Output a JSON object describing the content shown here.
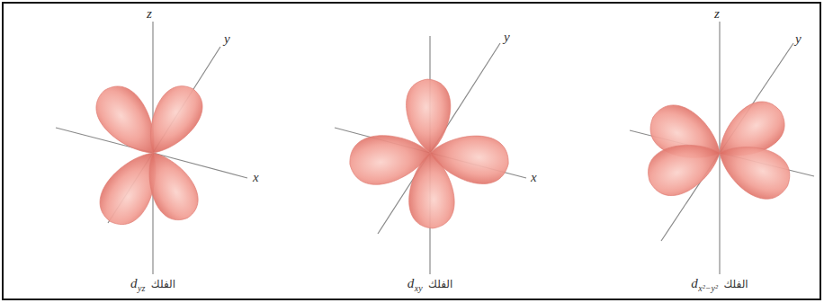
{
  "diagram": {
    "labels": [
      "z",
      "y",
      "x",
      "الفلك",
      "d",
      "yz",
      "y",
      "x",
      "الفلك",
      "d",
      "xy",
      "z",
      "y",
      "الفلك",
      "d",
      "x²−y²"
    ]
  }
}
